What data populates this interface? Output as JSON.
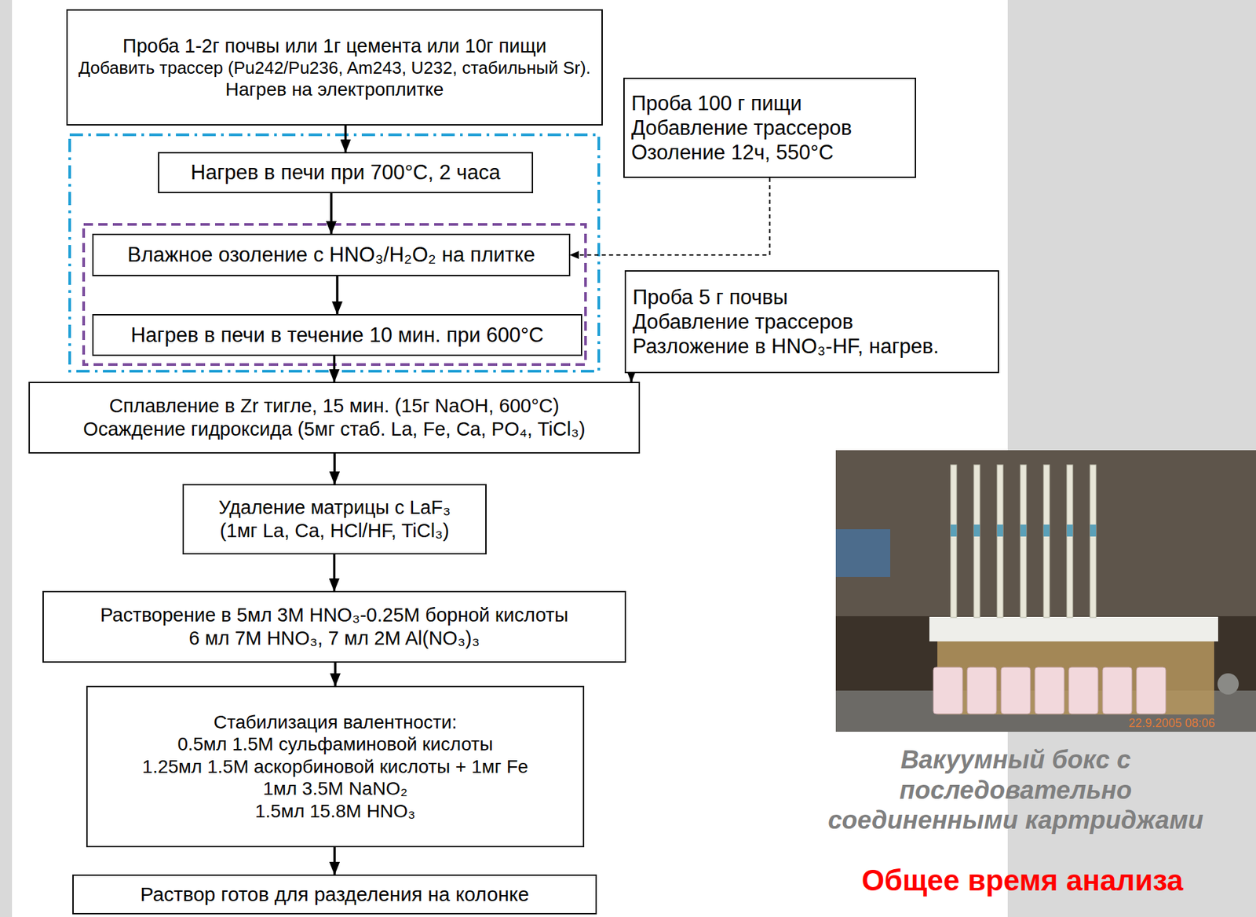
{
  "diagram": {
    "nodes": [
      {
        "text": [
          "Проба 1-2г почвы или 1г цемента или 10г пищи",
          "Добавить трассер (Pu242/Pu236, Am243, U232, стабильный Sr).",
          "Нагрев на электроплитке"
        ]
      },
      {
        "text": [
          "Нагрев в печи при 700°C, 2 часа"
        ]
      },
      {
        "text": [
          "Влажное озоление с HNO₃/H₂O₂ на плитке"
        ]
      },
      {
        "text": [
          "Нагрев в печи в течение 10 мин. при 600°C"
        ]
      },
      {
        "text": [
          "Сплавление в Zr тигле, 15 мин. (15г NaOH, 600°C)",
          "Осаждение гидроксида (5мг стаб. La, Fe, Ca, PO₄, TiCl₃)"
        ]
      },
      {
        "text": [
          "Удаление матрицы с LaF₃",
          "(1мг La, Ca, HCl/HF, TiCl₃)"
        ]
      },
      {
        "text": [
          "Растворение в 5мл 3M HNO₃-0.25M борной кислоты",
          "6 мл 7M HNO₃, 7 мл 2M Al(NO₃)₃"
        ]
      },
      {
        "text": [
          "Стабилизация валентности:",
          "0.5мл 1.5M сульфаминовой кислоты",
          "1.25мл 1.5M аскорбиновой кислоты + 1мг Fe",
          "1мл 3.5M NaNO₂",
          "1.5мл 15.8M HNO₃"
        ]
      },
      {
        "text": [
          "Раствор готов для разделения на колонке"
        ]
      },
      {
        "text": [
          "Проба 100 г пищи",
          "Добавление трассеров",
          "Озоление 12ч, 550°C"
        ]
      },
      {
        "text": [
          "Проба 5 г почвы",
          "Добавление трассеров",
          "Разложение в HNO₃-HF, нагрев."
        ]
      }
    ],
    "edges": [
      {
        "from": 0,
        "to": 1,
        "arrow": "to"
      },
      {
        "from": 1,
        "to": 2,
        "arrow": "to"
      },
      {
        "from": 2,
        "to": 3,
        "arrow": "to"
      },
      {
        "from": 3,
        "to": 4,
        "arrow": "to"
      },
      {
        "from": 4,
        "to": 5,
        "arrow": "to"
      },
      {
        "from": 5,
        "to": 6,
        "arrow": "to"
      },
      {
        "from": 6,
        "to": 7,
        "arrow": "to"
      },
      {
        "from": 7,
        "to": 8,
        "arrow": "to"
      },
      {
        "from": 9,
        "to": 2,
        "arrow": "to"
      },
      {
        "from": 10,
        "to": 4,
        "arrow": "to"
      }
    ],
    "labels": [
      "22.9.2005 08:06",
      "Вакуумный бокс с последовательно соединенными картриджами",
      "Общее время анализа"
    ]
  }
}
